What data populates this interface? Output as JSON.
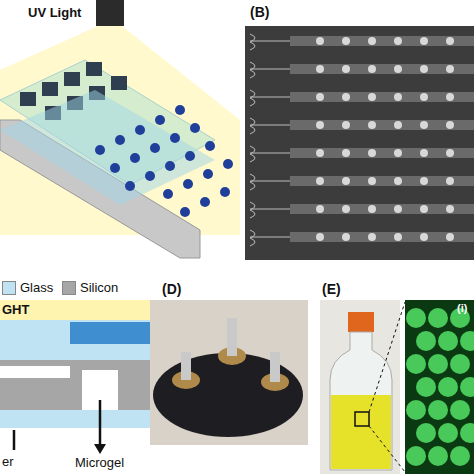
{
  "diagram": {
    "labels": [
      "UV Light",
      "(B)",
      "GHT",
      "er",
      "Microgel",
      "(D)",
      "(E)",
      "(i)"
    ],
    "legend": [
      {
        "text": "Glass",
        "color": "#bfe3f2"
      },
      {
        "text": "Silicon",
        "color": "#a6a6a6"
      }
    ]
  }
}
